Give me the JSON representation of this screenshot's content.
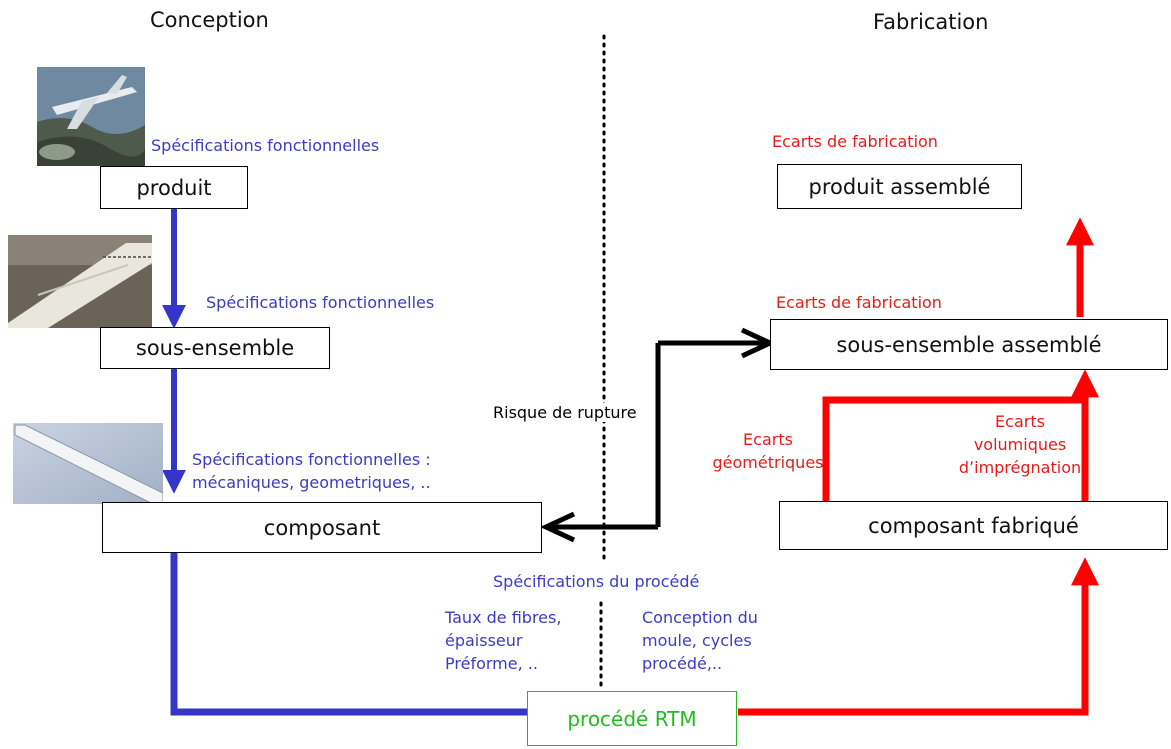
{
  "headings": {
    "left": "Conception",
    "right": "Fabrication"
  },
  "conception": {
    "produit": "produit",
    "sous_ensemble": "sous-ensemble",
    "composant": "composant",
    "spec1": "Spécifications fonctionnelles",
    "spec2": "Spécifications fonctionnelles",
    "spec3_line1": "Spécifications fonctionnelles :",
    "spec3_line2": "mécaniques, geometriques, .."
  },
  "fabrication": {
    "produit_assemble": "produit assemblé",
    "sous_ensemble_assemble": "sous-ensemble assemblé",
    "composant_fabrique": "composant fabriqué",
    "ecarts1": "Ecarts de fabrication",
    "ecarts2": "Ecarts de fabrication",
    "ecarts_geo_line1": "Ecarts",
    "ecarts_geo_line2": "géométriques",
    "ecarts_vol_line1": "Ecarts",
    "ecarts_vol_line2": "volumiques",
    "ecarts_vol_line3": "d’imprégnation"
  },
  "middle": {
    "risque": "Risque de rupture",
    "specs_procede": "Spécifications du procédé",
    "left_line1": "Taux de fibres,",
    "left_line2": "épaisseur",
    "left_line3": "Préforme, ..",
    "right_line1": "Conception du",
    "right_line2": "moule, cycles",
    "right_line3": "procédé,..",
    "procede": "procédé RTM"
  },
  "colors": {
    "blue": "#3535c9",
    "red": "#ff0000",
    "green": "#22bb22",
    "black": "#000000"
  }
}
